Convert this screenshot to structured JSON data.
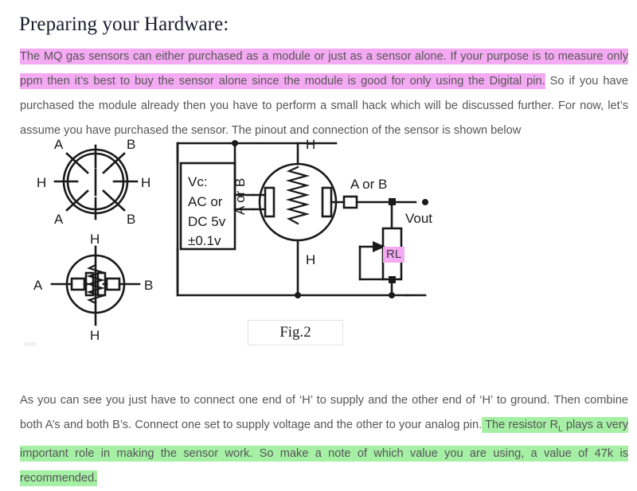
{
  "page": {
    "title": "Preparing your Hardware:"
  },
  "intro_paragraph": {
    "highlight_part_1": "The MQ gas sensors can either purchased as a module or just as a sensor alone. If your purpose is to measure only ppm then it’s best to buy the sensor alone since the module is good for only using the Digital pin.",
    "plain_part_1": " So if you have purchased the module already then you have to perform a small hack which will be discussed further. For now, let’s assume you have purchased the sensor. The pinout and connection of the sensor is shown below"
  },
  "closing_paragraph": {
    "plain_part_1": "As you can see you just have to connect one end of ‘H’ to supply and the other end of ‘H’ to ground. Then combine both A’s and both B’s. Connect one set to supply voltage and the other to your analog pin.",
    "highlight_lead": " The resistor R",
    "highlight_sub": "L",
    "highlight_tail": " plays a very important role in making the sensor work. So make a note of which value you are using, a value of 47k is recommended."
  },
  "figure": {
    "caption": "Fig.2",
    "pinout_top": {
      "label_a_top_left": "A",
      "label_b_top_right": "B",
      "label_h_left": "H",
      "label_h_right": "H",
      "label_a_bottom_left": "A",
      "label_b_bottom_right": "B"
    },
    "pinout_bottom": {
      "label_h_top": "H",
      "label_h_bottom": "H",
      "label_a_left": "A",
      "label_b_right": "B"
    },
    "circuit": {
      "source_line_1": "Vc:",
      "source_line_2": "AC or",
      "source_line_3": "DC 5v",
      "source_line_4": "±0.1v",
      "vertical_label": "A or B",
      "heater_top": "H",
      "heater_bottom": "H",
      "output_node": "A or B",
      "vout_label": "Vout",
      "load_resistor": "RL"
    }
  },
  "colors": {
    "pink_highlight": "#f4aaf2",
    "green_highlight": "#a6f0a6",
    "body_text": "#555555",
    "title_text": "#1b1b2f",
    "figure_ink": "#1a1a1a",
    "page_background": "#ffffff"
  }
}
